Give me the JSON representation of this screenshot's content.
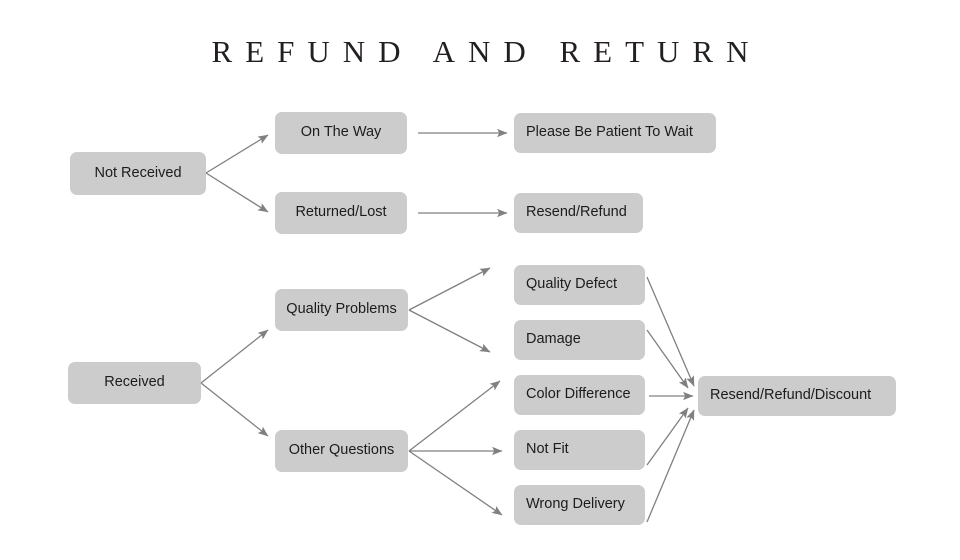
{
  "page": {
    "title": "REFUND AND RETURN",
    "background_color": "#ffffff",
    "node_fill_color": "#cccccc",
    "node_text_color": "#1c1c1c",
    "edge_color": "#808080"
  },
  "nodes": {
    "not_received": "Not Received",
    "on_the_way": "On The Way",
    "returned_lost": "Returned/Lost",
    "please_wait": "Please Be Patient To Wait",
    "resend_refund": "Resend/Refund",
    "received": "Received",
    "quality_problems": "Quality Problems",
    "other_questions": "Other Questions",
    "quality_defect": "Quality Defect",
    "damage": "Damage",
    "color_difference": "Color Difference",
    "not_fit": "Not Fit",
    "wrong_delivery": "Wrong Delivery",
    "resend_refund_discount": "Resend/Refund/Discount"
  },
  "flows": [
    {
      "from": "Not Received",
      "to": "On The Way"
    },
    {
      "from": "Not Received",
      "to": "Returned/Lost"
    },
    {
      "from": "On The Way",
      "to": "Please Be Patient To Wait"
    },
    {
      "from": "Returned/Lost",
      "to": "Resend/Refund"
    },
    {
      "from": "Received",
      "to": "Quality Problems"
    },
    {
      "from": "Received",
      "to": "Other Questions"
    },
    {
      "from": "Quality Problems",
      "to": "Quality Defect"
    },
    {
      "from": "Quality Problems",
      "to": "Damage"
    },
    {
      "from": "Other Questions",
      "to": "Color Difference"
    },
    {
      "from": "Other Questions",
      "to": "Not Fit"
    },
    {
      "from": "Other Questions",
      "to": "Wrong Delivery"
    },
    {
      "from": "Quality Defect",
      "to": "Resend/Refund/Discount"
    },
    {
      "from": "Damage",
      "to": "Resend/Refund/Discount"
    },
    {
      "from": "Color Difference",
      "to": "Resend/Refund/Discount"
    },
    {
      "from": "Not Fit",
      "to": "Resend/Refund/Discount"
    },
    {
      "from": "Wrong Delivery",
      "to": "Resend/Refund/Discount"
    }
  ]
}
